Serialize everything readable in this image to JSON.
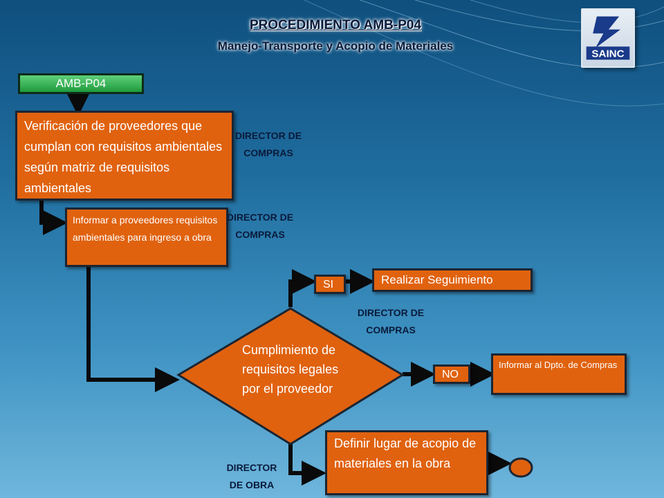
{
  "title": "PROCEDIMIENTO AMB-P04",
  "subtitle": "Manejo-Transporte y Acopio de Materiales",
  "logo_text": "SAINC",
  "colors": {
    "process_box": "#e0620f",
    "start_box": "#2fb04e",
    "border": "#1b2533",
    "role_text": "#0a1a3a"
  },
  "nodes": {
    "start": "AMB-P04",
    "step1": "Verificación de proveedores que cumplan con requisitos ambientales según matriz de requisitos ambientales",
    "step2": "Informar a proveedores requisitos ambientales para ingreso a obra",
    "decision": "Cumplimiento de requisitos legales por el proveedor",
    "yes_label": "SI",
    "yes_action": "Realizar Seguimiento",
    "no_label": "NO",
    "no_action": "Informar al Dpto. de Compras",
    "final": "Definir lugar de acopio de materiales en la obra"
  },
  "roles": {
    "step1": "DIRECTOR DE COMPRAS",
    "step2": "DIRECTOR DE COMPRAS",
    "yes_action": "DIRECTOR DE COMPRAS",
    "final": "DIRECTOR DE OBRA"
  }
}
